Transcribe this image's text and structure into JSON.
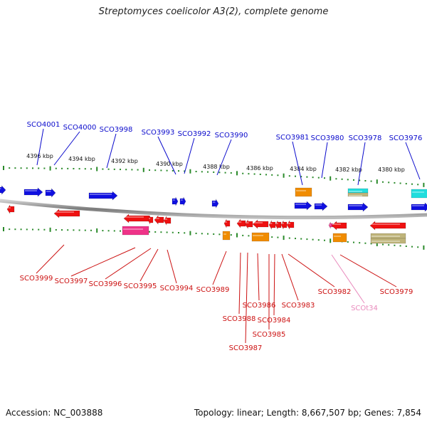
{
  "header": {
    "title": "Streptomyces coelicolor A3(2), complete genome"
  },
  "footer": {
    "accession": "Accession: NC_003888",
    "summary": "Topology: linear; Length: 8,667,507 bp; Genes: 7,854"
  },
  "colors": {
    "top_label": "#0a0acc",
    "bottom_label": "#cc1111",
    "trna_label": "#e98bbd",
    "forward_gene": "#1010e0",
    "reverse_gene": "#ee1111",
    "orange_feature": "#f08c00",
    "cyan_feature": "#22dddd",
    "magenta_feature": "#ee3388",
    "olive_feature": "#bfb47a",
    "tick": "#2a8a2a",
    "backbone": "#8a8a8a"
  },
  "scale": {
    "ticks": [
      "4396 kbp",
      "4394 kbp",
      "4392 kbp",
      "4390 kbp",
      "4388 kbp",
      "4386 kbp",
      "4384 kbp",
      "4382 kbp",
      "4380 kbp"
    ]
  },
  "genes_top": [
    "SCO4001",
    "SCO4000",
    "SCO3998",
    "SCO3993",
    "SCO3992",
    "SCO3990",
    "SCO3981",
    "SCO3980",
    "SCO3978",
    "SCO3976"
  ],
  "genes_bottom": [
    "SCO3999",
    "SCO3997",
    "SCO3996",
    "SCO3995",
    "SCO3994",
    "SCO3989",
    "SCO3988",
    "SCO3987",
    "SCO3986",
    "SCO3985",
    "SCO3984",
    "SCO3983",
    "SCO3982",
    "SCOt34",
    "SCO3979"
  ]
}
